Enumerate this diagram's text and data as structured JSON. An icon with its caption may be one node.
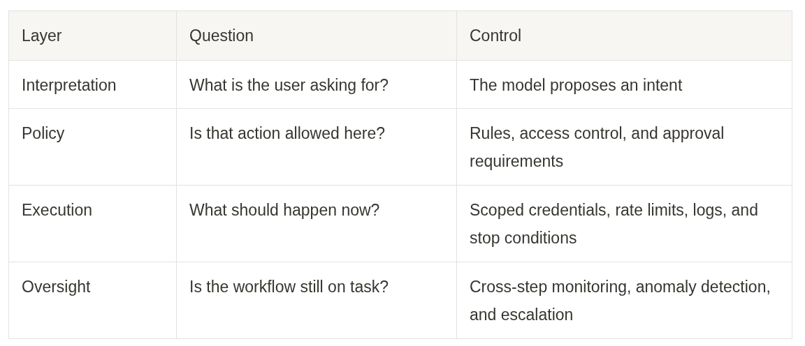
{
  "diagram": {
    "labels": [
      "Layer",
      "Question",
      "Control",
      "Interpretation",
      "What is the user asking for?",
      "The model proposes an intent",
      "Policy",
      "Is that action allowed here?",
      "Rules, access control, and approval requirements",
      "Execution",
      "What should happen now?",
      "Scoped credentials, rate limits, logs, and stop conditions",
      "Oversight",
      "Is the workflow still on task?",
      "Cross-step monitoring, anomaly detection, and escalation"
    ]
  }
}
